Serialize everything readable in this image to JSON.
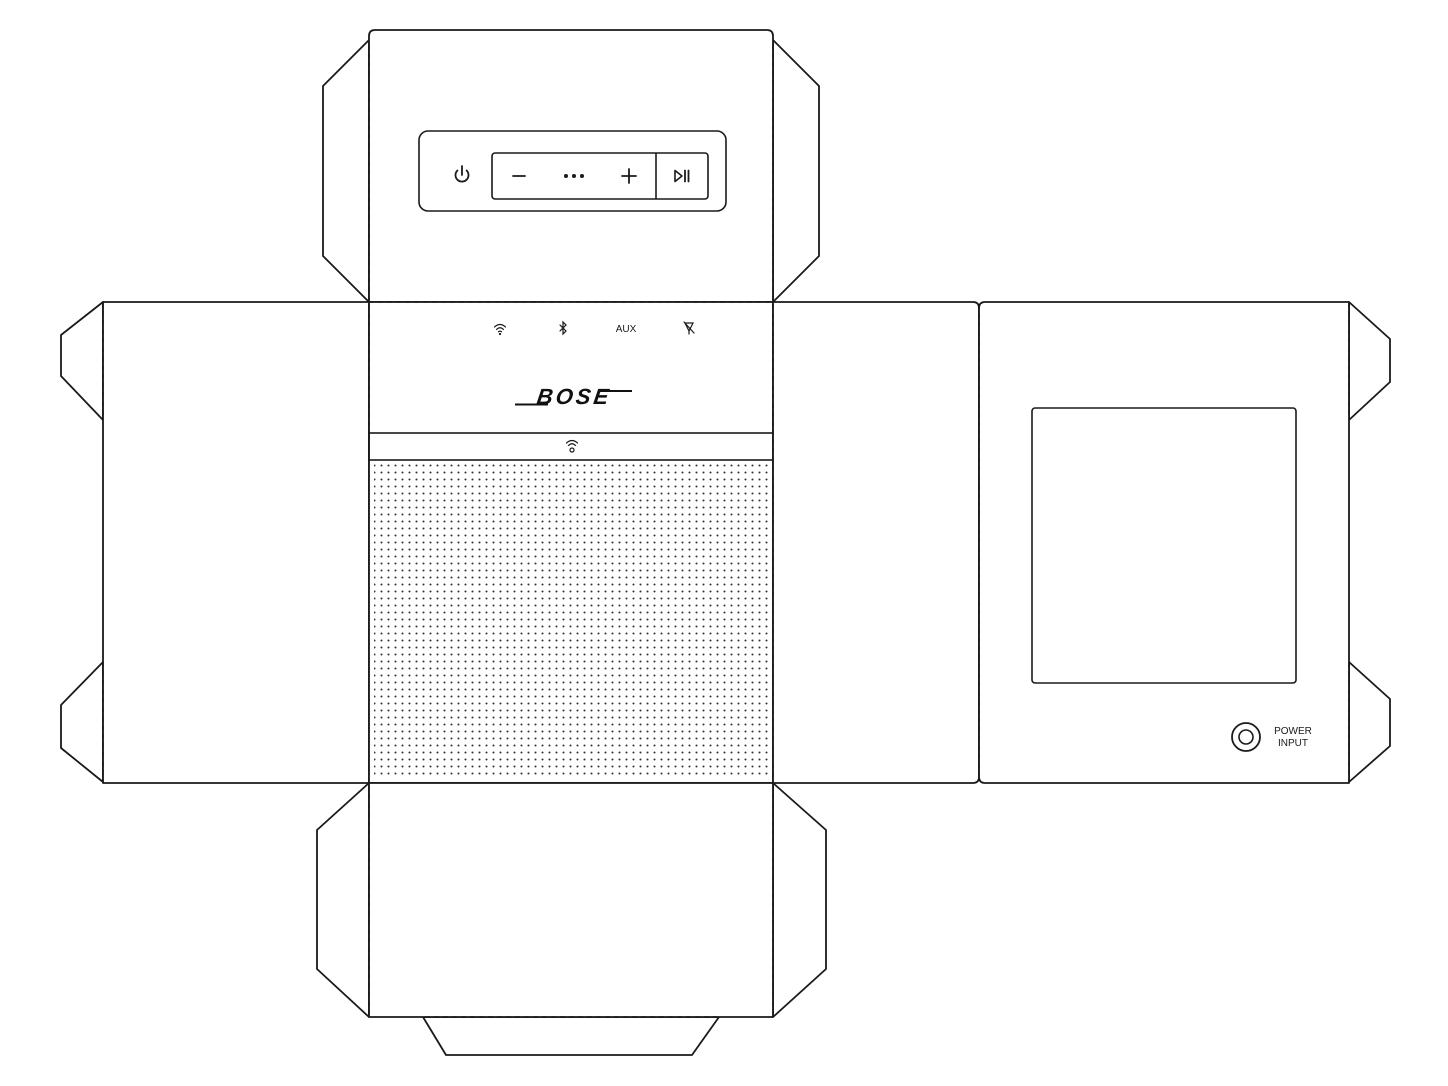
{
  "colors": {
    "line": "#1a1a1a",
    "paper": "#ffffff"
  },
  "top_panel": {
    "control_buttons": [
      {
        "name": "power-button",
        "icon": "power-icon"
      },
      {
        "name": "volume-down-button",
        "icon": "minus-icon"
      },
      {
        "name": "action-button",
        "icon": "more-dots-icon"
      },
      {
        "name": "volume-up-button",
        "icon": "plus-icon"
      },
      {
        "name": "play-pause-button",
        "icon": "play-pause-icon"
      }
    ]
  },
  "front_panel": {
    "indicator_icons": [
      "wifi-icon",
      "bluetooth-icon",
      "aux-icon",
      "mic-off-icon"
    ],
    "aux_label": "AUX",
    "logo_text": "BOSE",
    "light_bar_icon": "wifi-icon"
  },
  "back_panel": {
    "power_label_line1": "POWER",
    "power_label_line2": "INPUT"
  }
}
